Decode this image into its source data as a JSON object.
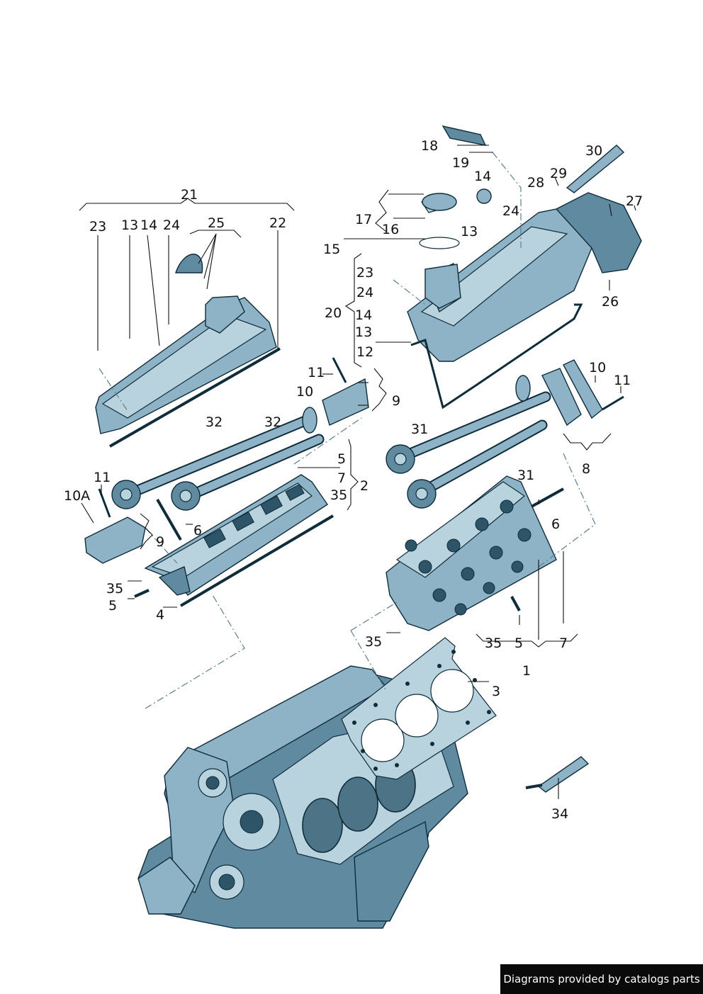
{
  "callouts": [
    "1",
    "2",
    "3",
    "4",
    "5",
    "5",
    "5",
    "6",
    "6",
    "7",
    "7",
    "8",
    "9",
    "9",
    "10",
    "10",
    "10A",
    "11",
    "11",
    "11",
    "12",
    "13",
    "13",
    "13",
    "14",
    "14",
    "14",
    "15",
    "16",
    "17",
    "18",
    "19",
    "20",
    "21",
    "22",
    "23",
    "23",
    "24",
    "24",
    "24",
    "25",
    "26",
    "27",
    "28",
    "29",
    "30",
    "31",
    "31",
    "32",
    "32",
    "34",
    "35",
    "35",
    "35",
    "35"
  ],
  "footer": {
    "text": "Diagrams provided by catalogs parts"
  },
  "colors": {
    "part": "#8fb3c6",
    "part_dark": "#5f8aa0",
    "outline": "#0f2c3b",
    "footer_bg": "#0a0a0a"
  }
}
